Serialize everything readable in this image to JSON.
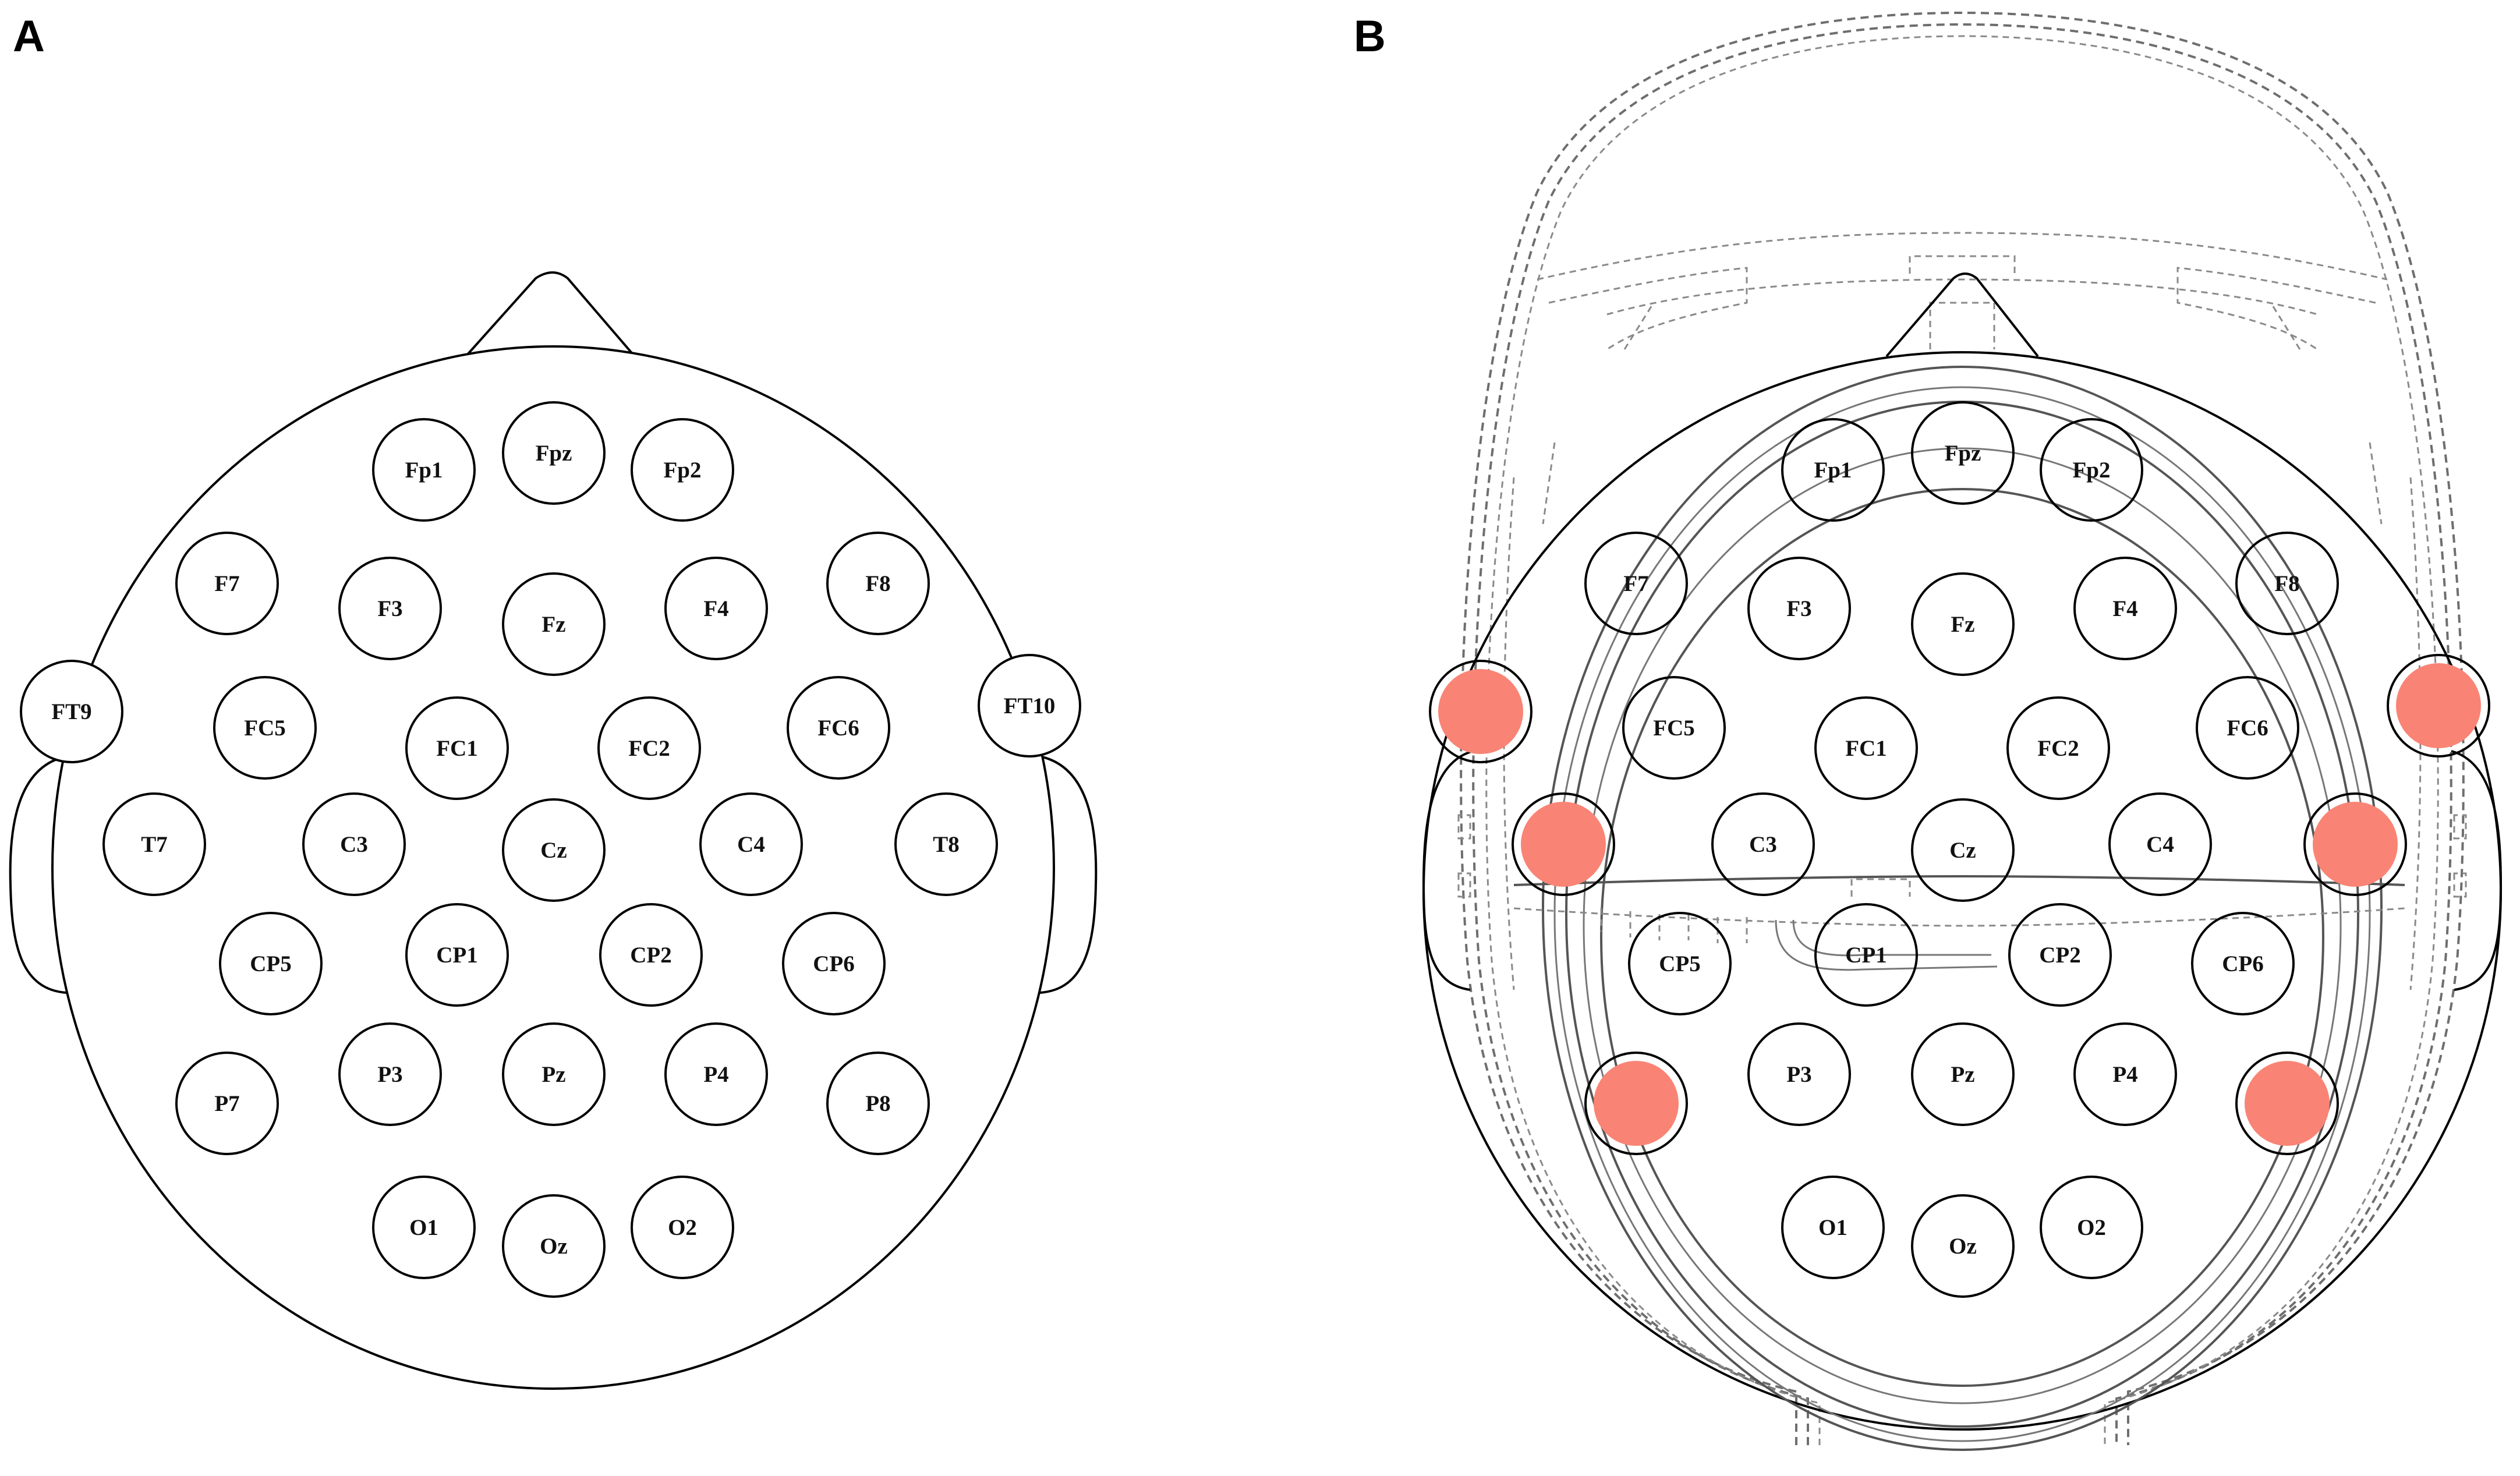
{
  "panels": {
    "a": {
      "label": "A"
    },
    "b": {
      "label": "B"
    }
  },
  "electrodes": [
    {
      "id": "Fp1",
      "label": "Fp1"
    },
    {
      "id": "Fpz",
      "label": "Fpz"
    },
    {
      "id": "Fp2",
      "label": "Fp2"
    },
    {
      "id": "F7",
      "label": "F7"
    },
    {
      "id": "F3",
      "label": "F3"
    },
    {
      "id": "Fz",
      "label": "Fz"
    },
    {
      "id": "F4",
      "label": "F4"
    },
    {
      "id": "F8",
      "label": "F8"
    },
    {
      "id": "FT9",
      "label": "FT9"
    },
    {
      "id": "FC5",
      "label": "FC5"
    },
    {
      "id": "FC1",
      "label": "FC1"
    },
    {
      "id": "FC2",
      "label": "FC2"
    },
    {
      "id": "FC6",
      "label": "FC6"
    },
    {
      "id": "FT10",
      "label": "FT10"
    },
    {
      "id": "T7",
      "label": "T7"
    },
    {
      "id": "C3",
      "label": "C3"
    },
    {
      "id": "Cz",
      "label": "Cz"
    },
    {
      "id": "C4",
      "label": "C4"
    },
    {
      "id": "T8",
      "label": "T8"
    },
    {
      "id": "CP5",
      "label": "CP5"
    },
    {
      "id": "CP1",
      "label": "CP1"
    },
    {
      "id": "CP2",
      "label": "CP2"
    },
    {
      "id": "CP6",
      "label": "CP6"
    },
    {
      "id": "P7",
      "label": "P7"
    },
    {
      "id": "P3",
      "label": "P3"
    },
    {
      "id": "Pz",
      "label": "Pz"
    },
    {
      "id": "P4",
      "label": "P4"
    },
    {
      "id": "P8",
      "label": "P8"
    },
    {
      "id": "O1",
      "label": "O1"
    },
    {
      "id": "Oz",
      "label": "Oz"
    },
    {
      "id": "O2",
      "label": "O2"
    }
  ],
  "panel_b_labeled": [
    "Fp1",
    "Fpz",
    "Fp2",
    "F7",
    "F3",
    "Fz",
    "F4",
    "F8",
    "FC5",
    "FC1",
    "FC2",
    "FC6",
    "C3",
    "Cz",
    "C4",
    "CP5",
    "CP1",
    "CP2",
    "CP6",
    "P3",
    "Pz",
    "P4",
    "O1",
    "Oz",
    "O2"
  ],
  "panel_b_highlighted": [
    "FT9",
    "FT10",
    "T7",
    "T8",
    "P7",
    "P8"
  ],
  "colors": {
    "highlight": "#f98475",
    "outline": "#000000",
    "headset": "#6e6e6e"
  }
}
